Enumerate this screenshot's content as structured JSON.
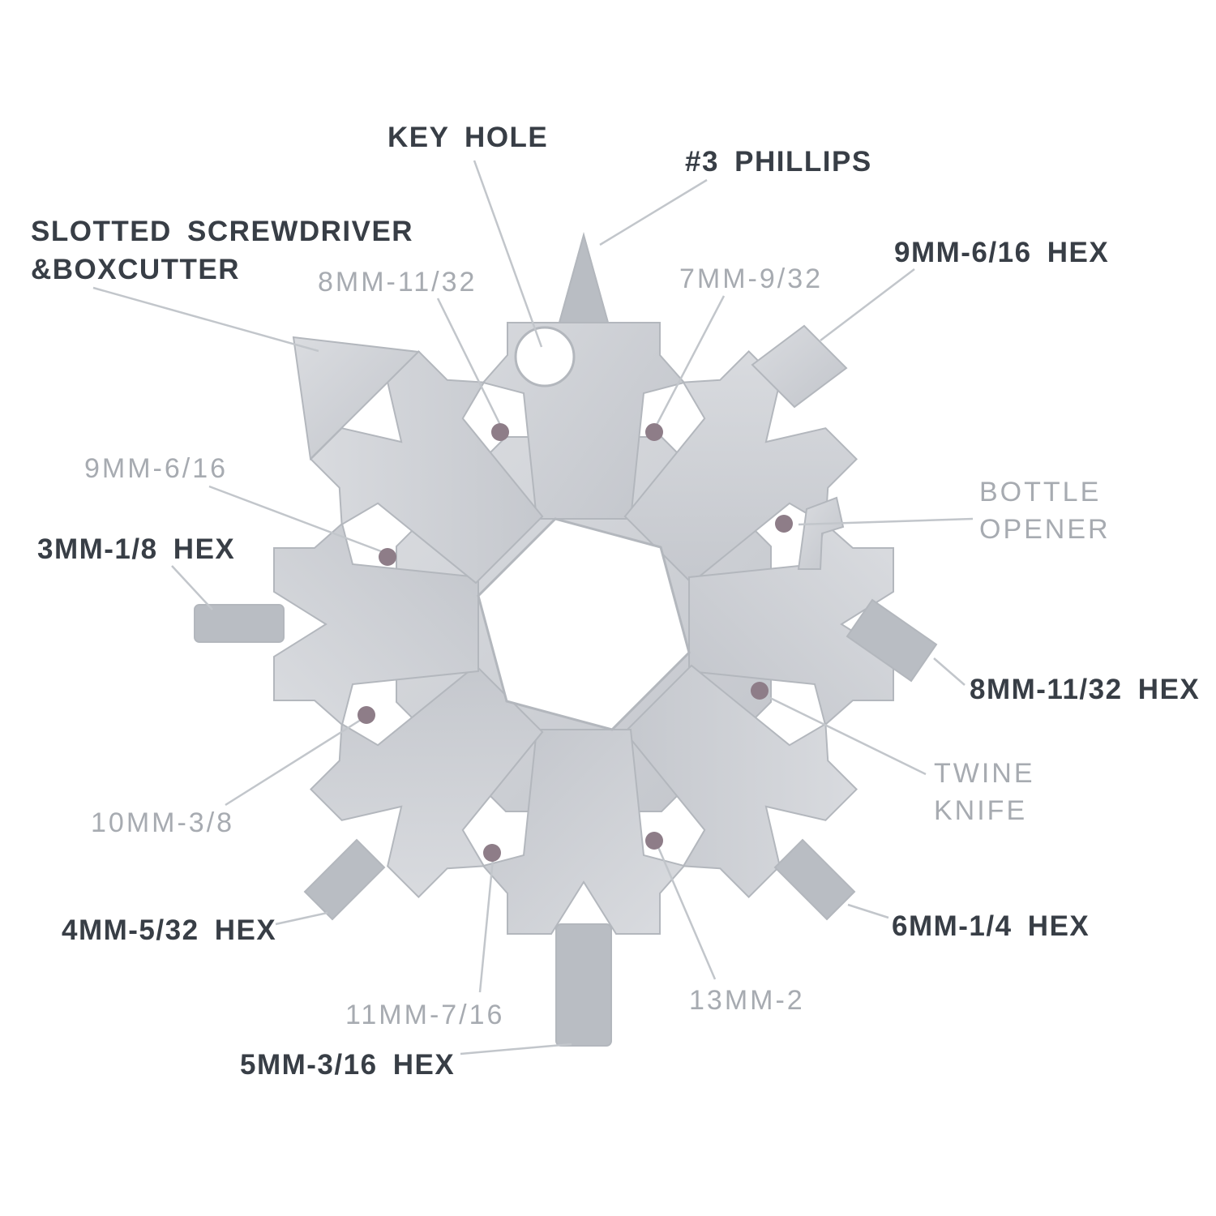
{
  "colors": {
    "background": "#ffffff",
    "label-dark": "#383e46",
    "label-gray": "#a7abb1",
    "leader": "#c2c6cb",
    "dot": "#8e7d88",
    "tool-edge": "#b3b7bd",
    "tool-light": "#dadce0",
    "tool-dark": "#c2c5cb",
    "bit-fill": "#b9bdc3"
  },
  "labels": {
    "key_hole": "KEY HOLE",
    "phillips": "#3 PHILLIPS",
    "slotted_line1": "SLOTTED SCREWDRIVER",
    "slotted_line2": "&BOXCUTTER",
    "socket_8mm": "8MM-11/32",
    "socket_7mm": "7MM-9/32",
    "hex_9mm": "9MM-6/16 HEX",
    "socket_9mm": "9MM-6/16",
    "hex_3mm": "3MM-1/8 HEX",
    "bottle_line1": "BOTTLE",
    "bottle_line2": "OPENER",
    "hex_8mm": "8MM-11/32 HEX",
    "socket_10mm": "10MM-3/8",
    "twine_line1": "TWINE",
    "twine_line2": "KNIFE",
    "hex_4mm": "4MM-5/32 HEX",
    "hex_6mm": "6MM-1/4 HEX",
    "socket_11mm": "11MM-7/16",
    "socket_13mm": "13MM-2",
    "hex_5mm": "5MM-3/16 HEX"
  }
}
